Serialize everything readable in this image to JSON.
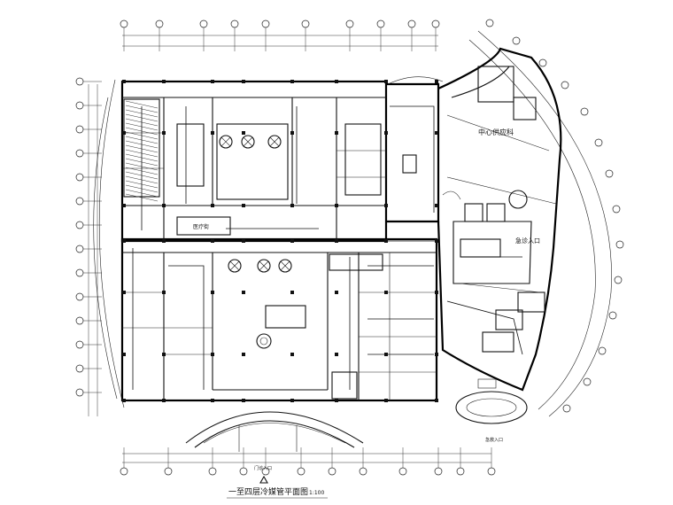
{
  "drawing": {
    "title": "一至四层冷媒管平面图",
    "scale": "1:100"
  },
  "labels": {
    "center_room": "中心供应科",
    "emergency": "急诊入口",
    "main_entrance": "门诊入口",
    "east_entrance": "急救入口",
    "west_room": "医疗街"
  },
  "colors": {
    "line": "#111111",
    "background": "#ffffff"
  }
}
